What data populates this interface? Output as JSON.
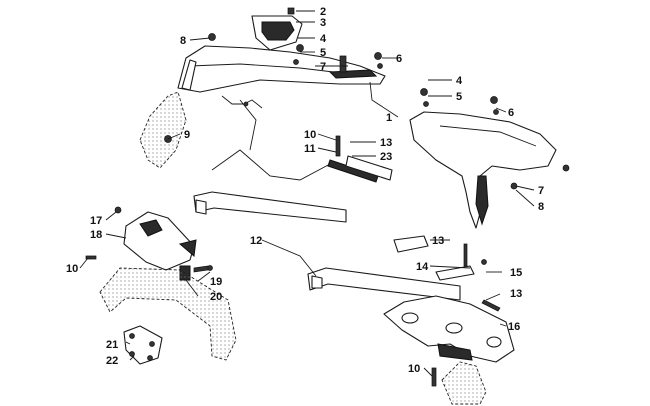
{
  "callouts": [
    {
      "id": "c2a",
      "label": "2"
    },
    {
      "id": "c3a",
      "label": "3"
    },
    {
      "id": "c8a",
      "label": "8"
    },
    {
      "id": "c4a",
      "label": "4"
    },
    {
      "id": "c5a",
      "label": "5"
    },
    {
      "id": "c6a",
      "label": "6"
    },
    {
      "id": "c7a",
      "label": "7"
    },
    {
      "id": "c1",
      "label": "1"
    },
    {
      "id": "c9",
      "label": "9"
    },
    {
      "id": "c4b",
      "label": "4"
    },
    {
      "id": "c5b",
      "label": "5"
    },
    {
      "id": "c6b",
      "label": "6"
    },
    {
      "id": "c10a",
      "label": "10"
    },
    {
      "id": "c11",
      "label": "11"
    },
    {
      "id": "c13a",
      "label": "13"
    },
    {
      "id": "c23",
      "label": "23"
    },
    {
      "id": "c7b",
      "label": "7"
    },
    {
      "id": "c8b",
      "label": "8"
    },
    {
      "id": "c17",
      "label": "17"
    },
    {
      "id": "c18",
      "label": "18"
    },
    {
      "id": "c10b",
      "label": "10"
    },
    {
      "id": "c12",
      "label": "12"
    },
    {
      "id": "c13b",
      "label": "13"
    },
    {
      "id": "c14",
      "label": "14"
    },
    {
      "id": "c15",
      "label": "15"
    },
    {
      "id": "c19",
      "label": "19"
    },
    {
      "id": "c20",
      "label": "20"
    },
    {
      "id": "c13c",
      "label": "13"
    },
    {
      "id": "c16",
      "label": "16"
    },
    {
      "id": "c21",
      "label": "21"
    },
    {
      "id": "c22",
      "label": "22"
    },
    {
      "id": "c10c",
      "label": "10"
    }
  ]
}
